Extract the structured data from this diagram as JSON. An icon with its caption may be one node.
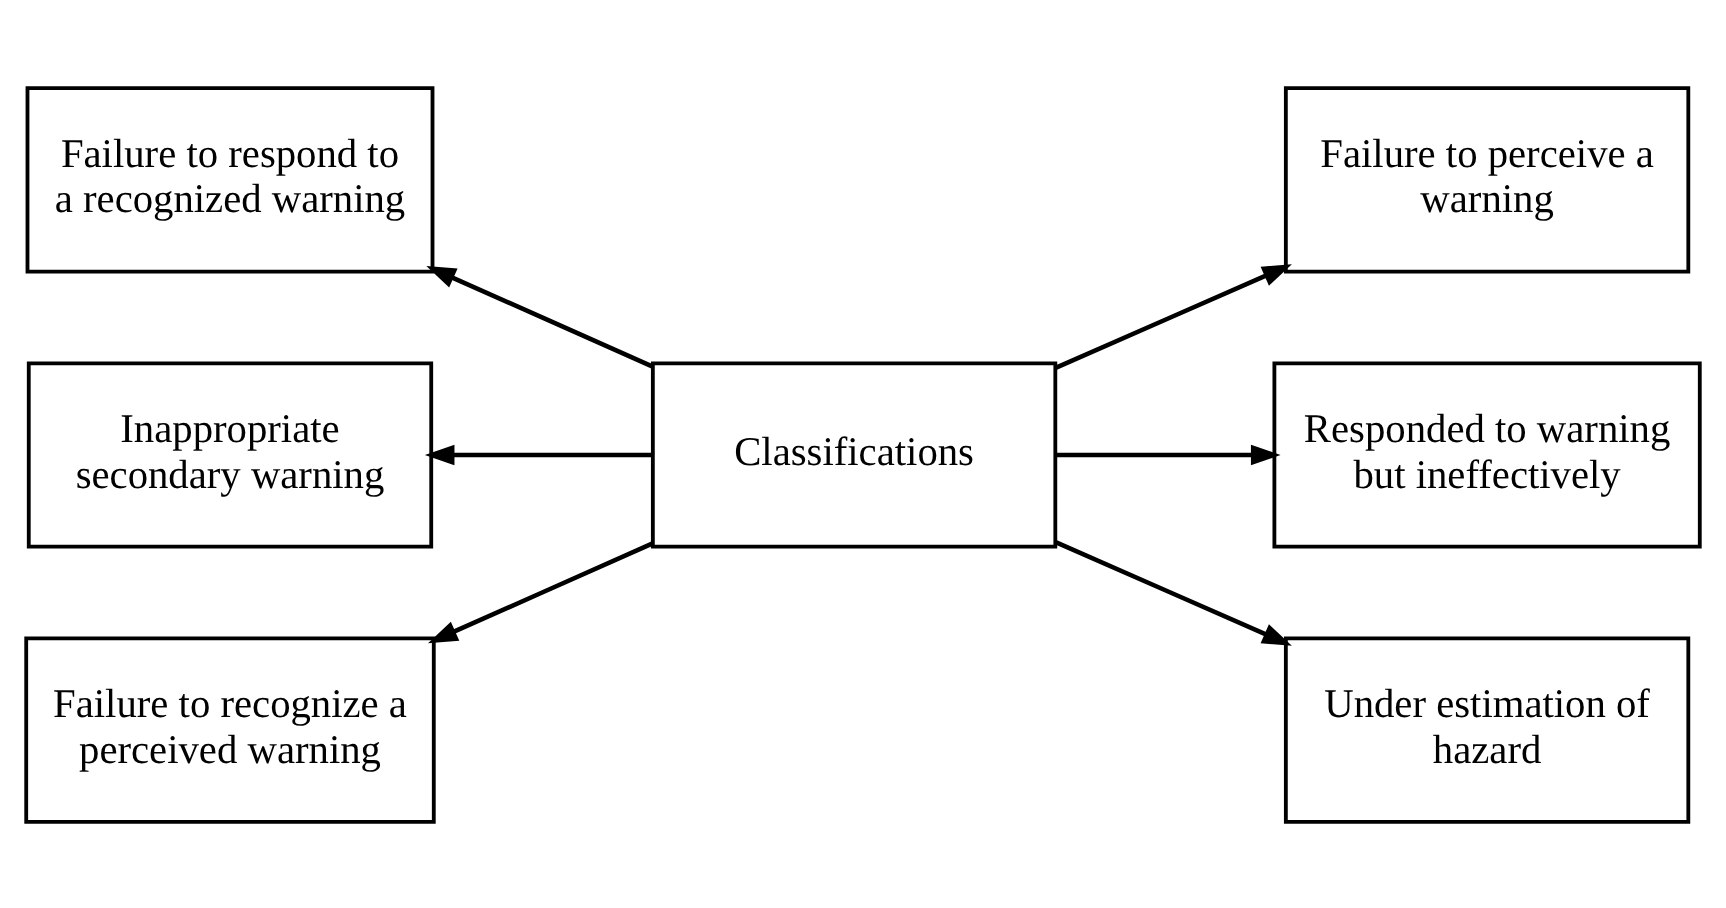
{
  "diagram": {
    "nodes": [
      {
        "text": [
          "Failure to respond to a recognized warning"
        ]
      },
      {
        "text": [
          "Failure to perceive a warning"
        ]
      },
      {
        "text": [
          "Inappropriate secondary warning"
        ]
      },
      {
        "text": [
          "Classifications"
        ]
      },
      {
        "text": [
          "Responded to warning but ineffectively"
        ]
      },
      {
        "text": [
          "Failure to recognize a perceived warning"
        ]
      },
      {
        "text": [
          "Under estimation of hazard"
        ]
      }
    ],
    "edges": [
      {
        "from": 3,
        "to": 0,
        "arrow": "to"
      },
      {
        "from": 3,
        "to": 2,
        "arrow": "to"
      },
      {
        "from": 3,
        "to": 5,
        "arrow": "to"
      },
      {
        "from": 3,
        "to": 1,
        "arrow": "to"
      },
      {
        "from": 3,
        "to": 4,
        "arrow": "to"
      },
      {
        "from": 3,
        "to": 6,
        "arrow": "to"
      }
    ]
  }
}
